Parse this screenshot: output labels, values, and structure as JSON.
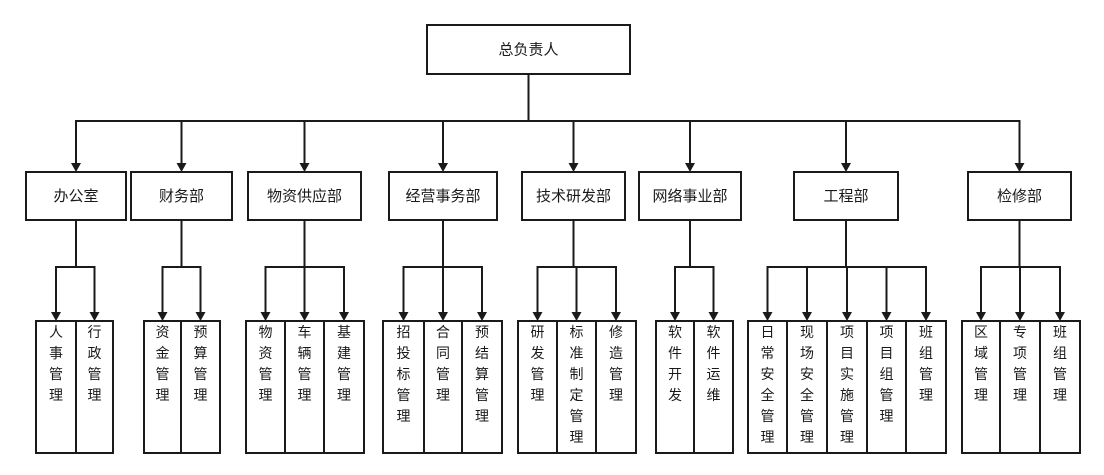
{
  "root": {
    "label": "总负责人"
  },
  "departments": [
    {
      "label": "办公室",
      "children": [
        "人事管理",
        "行政管理"
      ]
    },
    {
      "label": "财务部",
      "children": [
        "资金管理",
        "预算管理"
      ]
    },
    {
      "label": "物资供应部",
      "children": [
        "物资管理",
        "车辆管理",
        "基建管理"
      ]
    },
    {
      "label": "经营事务部",
      "children": [
        "招投标管理",
        "合同管理",
        "预结算管理"
      ]
    },
    {
      "label": "技术研发部",
      "children": [
        "研发管理",
        "标准制定管理",
        "修造管理"
      ]
    },
    {
      "label": "网络事业部",
      "children": [
        "软件开发",
        "软件运维"
      ]
    },
    {
      "label": "工程部",
      "children": [
        "日常安全管理",
        "现场安全管理",
        "项目实施管理",
        "项目组管理",
        "班组管理"
      ]
    },
    {
      "label": "检修部",
      "children": [
        "区域管理",
        "专项管理",
        "班组管理"
      ]
    }
  ],
  "colors": {
    "line": "#1a1a1a",
    "box_fill": "#ffffff",
    "box_stroke": "#1a1a1a",
    "text": "#1a1a1a"
  }
}
